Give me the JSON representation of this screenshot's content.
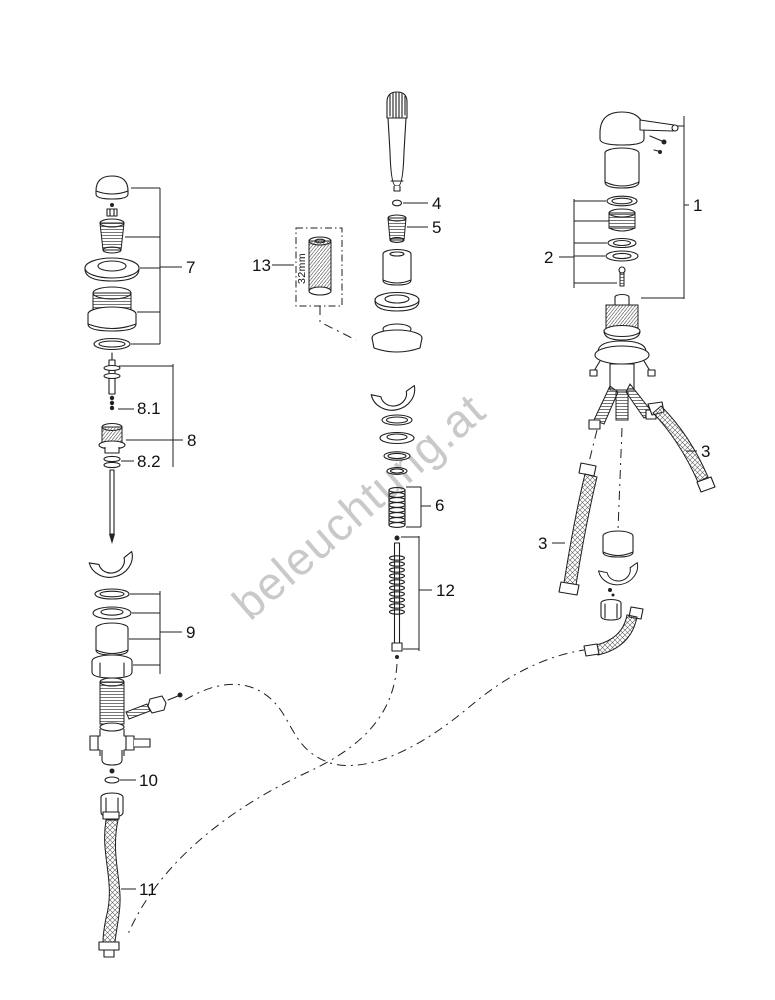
{
  "diagram": {
    "watermark": "beleuchtung.at",
    "dimension_note": "32mm",
    "callouts": {
      "n1": "1",
      "n2": "2",
      "n3_right": "3",
      "n3_left": "3",
      "n4": "4",
      "n5": "5",
      "n6": "6",
      "n7": "7",
      "n8": "8",
      "n8_1": "8.1",
      "n8_2": "8.2",
      "n9": "9",
      "n10": "10",
      "n11": "11",
      "n12": "12",
      "n13": "13"
    }
  }
}
